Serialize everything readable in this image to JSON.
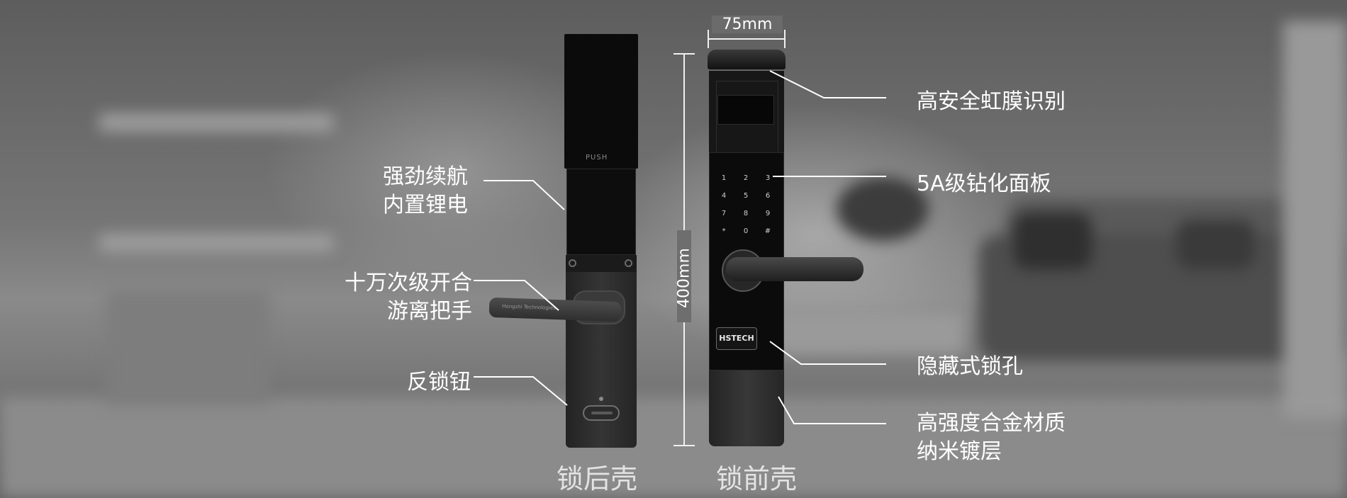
{
  "callouts_left": [
    {
      "lines": [
        "强劲续航",
        "内置锂电"
      ]
    },
    {
      "lines": [
        "十万次级开合",
        "游离把手"
      ]
    },
    {
      "lines": [
        "反锁钮"
      ]
    }
  ],
  "callouts_right": [
    {
      "lines": [
        "高安全虹膜识别"
      ]
    },
    {
      "lines": [
        "5A级钻化面板"
      ]
    },
    {
      "lines": [
        "隐藏式锁孔"
      ]
    },
    {
      "lines": [
        "高强度合金材质",
        "纳米镀层"
      ]
    }
  ],
  "dimensions": {
    "width": "75mm",
    "height": "400mm"
  },
  "captions": {
    "back": "锁后壳",
    "front": "锁前壳"
  },
  "back_lock": {
    "brand_text": "PUSH",
    "handle_text": "Hongshi Technologies"
  },
  "front_lock": {
    "logo": "HSTECH",
    "keys": [
      "1",
      "2",
      "3",
      "4",
      "5",
      "6",
      "7",
      "8",
      "9",
      "*",
      "0",
      "#"
    ]
  },
  "colors": {
    "background": "#6b6b6b",
    "text": "#ffffff",
    "lock_body": "#1a1a1a"
  }
}
